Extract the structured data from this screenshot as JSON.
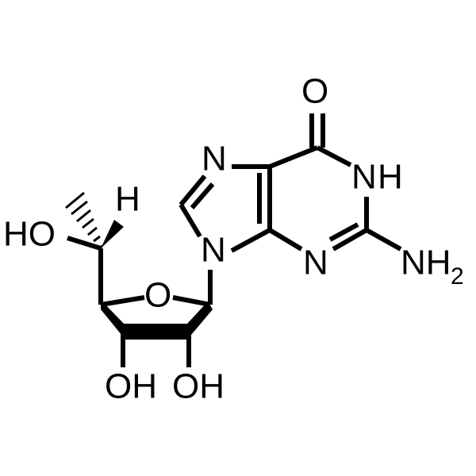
{
  "atoms": {
    "O_carbonyl": "O",
    "N1_H": "N",
    "H_on_N1": "H",
    "N_amino": "NH",
    "amino_sub": "2",
    "N3": "N",
    "N7": "N",
    "N9": "N",
    "O_ring": "O",
    "HO_side": "HO",
    "H_stereo": "H",
    "OH_3": "OH",
    "OH_2": "OH"
  }
}
